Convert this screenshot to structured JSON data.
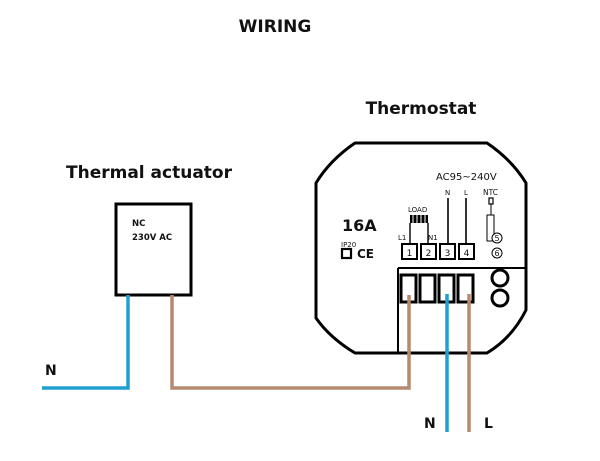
{
  "title": "WIRING",
  "thermostat": {
    "label": "Thermostat",
    "rating": "16A",
    "ip_rating": "IP20",
    "ce_mark": "CE",
    "supply": "AC95~240V",
    "load_label": "LOAD",
    "ntc_label": "NTC",
    "terminal_labels": {
      "L1": "L1",
      "N1": "N1",
      "N": "N",
      "L": "L"
    },
    "terminals": [
      "1",
      "2",
      "3",
      "4"
    ],
    "ntc_terminals": [
      "5",
      "6"
    ]
  },
  "actuator": {
    "label": "Thermal actuator",
    "type": "NC",
    "voltage": "230V AC"
  },
  "wires": {
    "actuator_neutral_label": "N",
    "supply_neutral_label": "N",
    "supply_live_label": "L"
  },
  "colors": {
    "neutral": "#1fa0cf",
    "live": "#b68a71",
    "outline": "#000000"
  }
}
